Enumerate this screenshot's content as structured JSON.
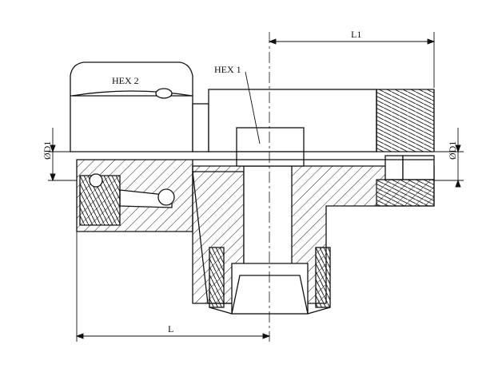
{
  "drawing": {
    "labels": {
      "hex1": "HEX 1",
      "hex2": "HEX 2",
      "l": "L",
      "l1": "L1",
      "d1_left": "ØD1",
      "d1_right": "ØD1"
    }
  }
}
